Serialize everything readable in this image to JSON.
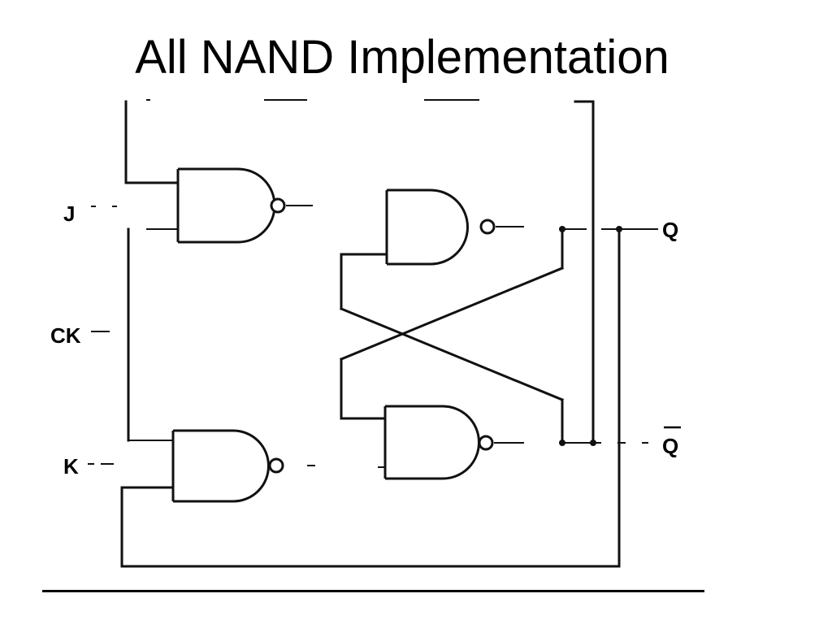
{
  "title": "All NAND Implementation",
  "labels": {
    "j": "J",
    "ck": "CK",
    "k": "K",
    "q": "Q",
    "qbar": "Q"
  }
}
